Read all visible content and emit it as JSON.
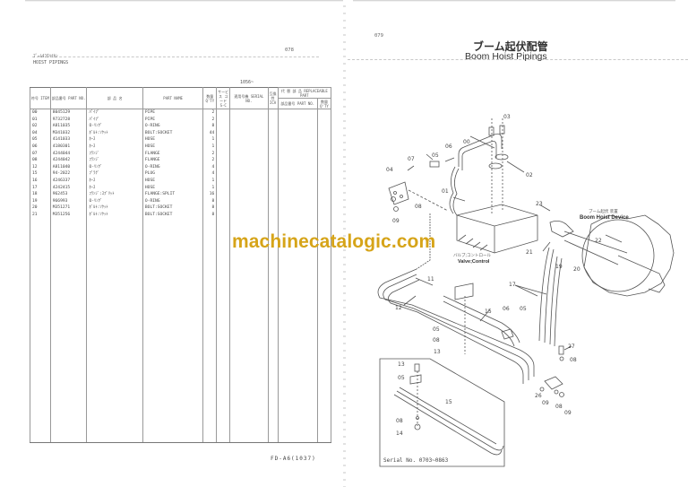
{
  "left_page": {
    "page_number": "078",
    "header_jp": "ﾌﾞｰﾑｷﾌｸﾊｲｶﾝ",
    "header_en": "HOIST PIPINGS",
    "serial_note": "1056~",
    "table": {
      "headers": {
        "item": "符号 ITEM",
        "part_no": "部品番号 PART NO.",
        "name_jp": "部 品 名",
        "part_name": "PART NAME",
        "qty": "数量 Q'TY",
        "service_code": "サービス コード S-C",
        "serial_no": "適用号機 SERIAL NO.",
        "ica": "互換性 ICA",
        "replaceable": "代 替 部 品 REPLACEABLE PART",
        "rep_part_no": "部品番号 PART NO.",
        "rep_qty": "数量 Q'TY"
      },
      "rows": [
        {
          "item": "00",
          "part_no": "8045129",
          "name_jp": "ﾊﾟｲﾌﾟ",
          "part_name": "PIPE",
          "qty": "2"
        },
        {
          "item": "01",
          "part_no": "9732728",
          "name_jp": "ﾊﾟｲﾌﾟ",
          "part_name": "PIPE",
          "qty": "2"
        },
        {
          "item": "02",
          "part_no": "A811035",
          "name_jp": "O-ﾘﾝｸﾞ",
          "part_name": "O-RING",
          "qty": "8"
        },
        {
          "item": "04",
          "part_no": "M341032",
          "name_jp": "ﾎﾞﾙﾄ:ｿｹｯﾄ",
          "part_name": "BOLT:SOCKET",
          "qty": "44"
        },
        {
          "item": "05",
          "part_no": "4141033",
          "name_jp": "ﾎｰｽ",
          "part_name": "HOSE",
          "qty": "1"
        },
        {
          "item": "06",
          "part_no": "4180301",
          "name_jp": "ﾎｰｽ",
          "part_name": "HOSE",
          "qty": "1"
        },
        {
          "item": "07",
          "part_no": "4244044",
          "name_jp": "ﾌﾗﾝｼﾞ",
          "part_name": "FLANGE",
          "qty": "2"
        },
        {
          "item": "08",
          "part_no": "4244042",
          "name_jp": "ﾌﾗﾝｼﾞ",
          "part_name": "FLANGE",
          "qty": "2"
        },
        {
          "item": "12",
          "part_no": "A811040",
          "name_jp": "O-ﾘﾝｸﾞ",
          "part_name": "O-RING",
          "qty": "4"
        },
        {
          "item": "15",
          "part_no": "94-2022",
          "name_jp": "ﾌﾟﾗｸﾞ",
          "part_name": "PLUG",
          "qty": "4"
        },
        {
          "item": "16",
          "part_no": "4246337",
          "name_jp": "ﾎｰｽ",
          "part_name": "HOSE",
          "qty": "1"
        },
        {
          "item": "17",
          "part_no": "4242415",
          "name_jp": "ﾎｰｽ",
          "part_name": "HOSE",
          "qty": "1"
        },
        {
          "item": "18",
          "part_no": "962453",
          "name_jp": "ﾌﾗﾝｼﾞ:ｽﾌﾟﾘｯﾄ",
          "part_name": "FLANGE:SPLIT",
          "qty": "16"
        },
        {
          "item": "19",
          "part_no": "966993",
          "name_jp": "O-ﾘﾝｸﾞ",
          "part_name": "O-RING",
          "qty": "8"
        },
        {
          "item": "20",
          "part_no": "M351271",
          "name_jp": "ﾎﾞﾙﾄ:ｿｹｯﾄ",
          "part_name": "BOLT:SOCKET",
          "qty": "8"
        },
        {
          "item": "21",
          "part_no": "M351256",
          "name_jp": "ﾎﾞﾙﾄ:ｿｹｯﾄ",
          "part_name": "BOLT:SOCKET",
          "qty": "8"
        }
      ]
    },
    "footer": "FD-A6(1037)"
  },
  "right_page": {
    "page_number": "079",
    "title_jp": "ブーム起伏配管",
    "title_en": "Boom Hoist Pipings",
    "device_label_jp": "ブーム起伏 装置",
    "device_label_en": "Boom Hoist Device",
    "valve_label_jp": "バルブ;コントロール",
    "valve_label_en": "Valve;Control",
    "serial_range": "Serial No. 0703~0863",
    "callouts": [
      "03",
      "00",
      "06",
      "05",
      "07",
      "02",
      "04",
      "01",
      "08",
      "09",
      "23",
      "22",
      "21",
      "19",
      "20",
      "11",
      "12",
      "17",
      "15",
      "06",
      "05",
      "05",
      "08",
      "13",
      "27",
      "08",
      "26",
      "09",
      "08",
      "09",
      "13",
      "05",
      "15",
      "08",
      "14"
    ]
  },
  "watermark": "machinecatalogic.com"
}
